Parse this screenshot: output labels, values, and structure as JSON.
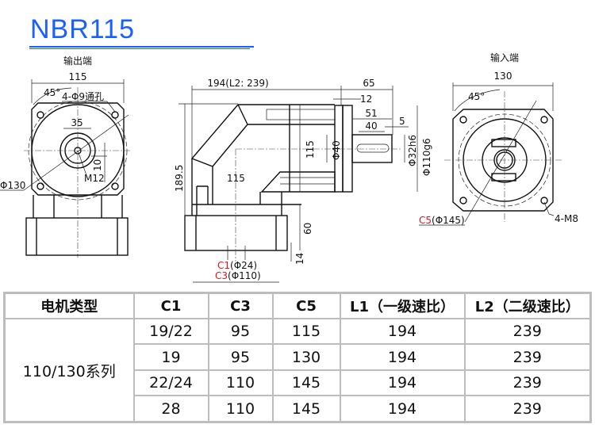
{
  "title": "NBR115",
  "output_view": {
    "label": "输出端",
    "width": "115",
    "angle": "45°",
    "holes": "4-Φ9通孔",
    "d35": "35",
    "d10": "10",
    "thread": "M12",
    "dia": "Φ130"
  },
  "side_view": {
    "length": "194(L2: 239)",
    "d65": "65",
    "d12": "12",
    "d51": "51",
    "d40": "40",
    "d5": "5",
    "h115": "115",
    "phi40": "Φ40",
    "phi32": "Φ32h6",
    "phi110": "Φ110g6",
    "h189": "189.5",
    "w115": "115",
    "h60": "60",
    "h14": "14",
    "c1": "C1",
    "c1v": "(Φ24)",
    "c3": "C3",
    "c3v": "(Φ110)"
  },
  "input_view": {
    "label": "输入端",
    "width": "130",
    "angle": "45°",
    "c5": "C5",
    "c5v": "(Φ145)",
    "holes": "4-M8"
  },
  "table": {
    "headers": [
      "电机类型",
      "C1",
      "C3",
      "C5",
      "L1（一级速比）",
      "L2（二级速比）"
    ],
    "group": "110/130系列",
    "rows": [
      [
        "19/22",
        "95",
        "115",
        "194",
        "239"
      ],
      [
        "19",
        "95",
        "130",
        "194",
        "239"
      ],
      [
        "22/24",
        "110",
        "145",
        "194",
        "239"
      ],
      [
        "28",
        "110",
        "145",
        "194",
        "239"
      ]
    ]
  },
  "colors": {
    "title": "#1a5fff",
    "accent": "#e0141b"
  }
}
